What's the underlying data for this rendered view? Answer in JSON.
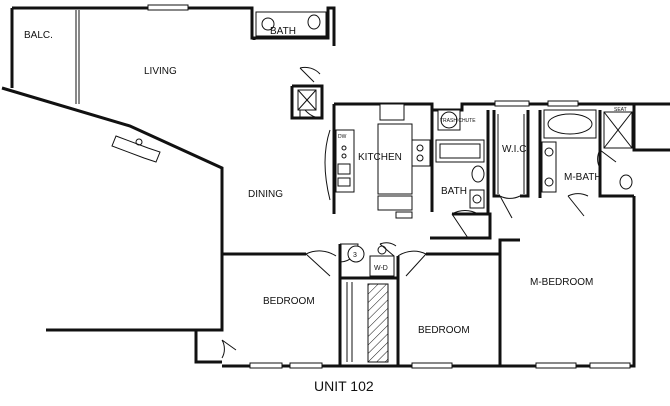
{
  "unit": {
    "title": "UNIT 102"
  },
  "rooms": {
    "balcony": "BALC.",
    "living": "LIVING",
    "bath_top": "BATH",
    "kitchen": "KITCHEN",
    "dining": "DINING",
    "bath_center": "BATH",
    "wic": "W.I.C",
    "master_bath": "M-BATH",
    "master_bedroom": "M-BEDROOM",
    "bedroom_left": "BEDROOM",
    "bedroom_center": "BEDROOM"
  },
  "fixtures": {
    "trash_chute": "TRASH CHUTE",
    "washer_dryer": "W-D",
    "water_heater": "3",
    "seat": "SEAT",
    "dishwasher": "DW"
  }
}
